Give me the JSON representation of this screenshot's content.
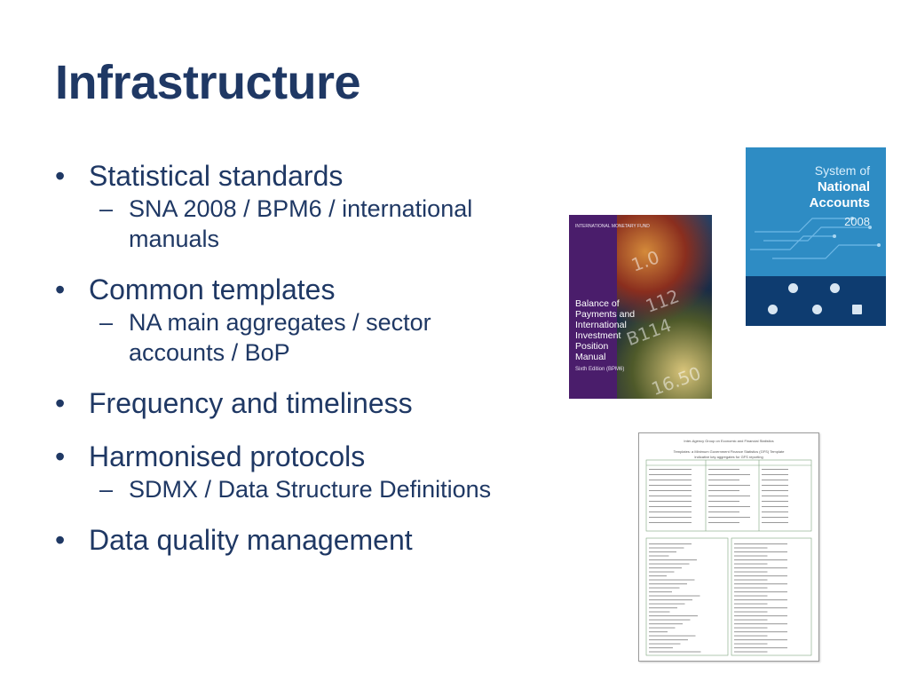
{
  "slide": {
    "title": "Infrastructure",
    "bullets": [
      {
        "text": "Statistical standards",
        "subs": [
          {
            "dash": "–",
            "lines": [
              "SNA 2008 / BPM6 / international",
              "manuals"
            ]
          }
        ]
      },
      {
        "text": "Common templates",
        "subs": [
          {
            "dash": "–",
            "lines": [
              "NA main aggregates / sector",
              "accounts / BoP"
            ]
          }
        ]
      },
      {
        "text": "Frequency and timeliness",
        "subs": []
      },
      {
        "text": "Harmonised protocols",
        "subs": [
          {
            "dash": "–",
            "lines": [
              "SDMX / Data Structure Definitions"
            ]
          }
        ]
      },
      {
        "text": "Data quality management",
        "subs": []
      }
    ]
  },
  "imf_book": {
    "org": "INTERNATIONAL MONETARY FUND",
    "title_lines": [
      "Balance of",
      "Payments and",
      "International",
      "Investment",
      "Position Manual"
    ],
    "edition": "Sixth Edition (BPM6)",
    "color": "#4a1d6b"
  },
  "sna_book": {
    "line1": "System of",
    "line2a": "National",
    "line2b": "Accounts",
    "year": "2008",
    "color": "#2e8cc4"
  },
  "document": {
    "header": "Inter-Agency Group on Economic and Financial Statistics",
    "subheader": "Templates: a Minimum Government Finance Statistics (GFS) Template",
    "subheader2": "Indicative key aggregates for GFS reporting"
  }
}
